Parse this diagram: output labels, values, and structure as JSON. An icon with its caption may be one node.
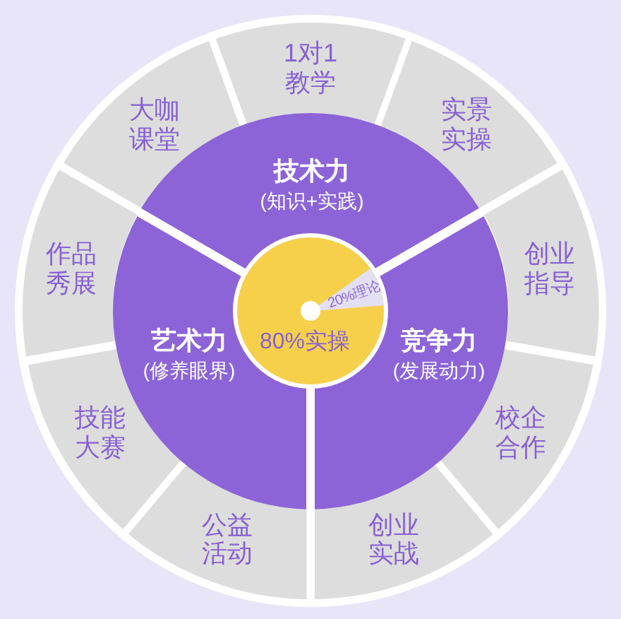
{
  "diagram": {
    "nodes": [
      {
        "text": [
          "1对1教学"
        ]
      },
      {
        "text": [
          "实景实操"
        ]
      },
      {
        "text": [
          "创业指导"
        ]
      },
      {
        "text": [
          "校企合作"
        ]
      },
      {
        "text": [
          "创业实战"
        ]
      },
      {
        "text": [
          "公益活动"
        ]
      },
      {
        "text": [
          "技能大赛"
        ]
      },
      {
        "text": [
          "作品秀展"
        ]
      },
      {
        "text": [
          "大咖课堂"
        ]
      },
      {
        "text": [
          "技术力",
          "(知识+实践)"
        ]
      },
      {
        "text": [
          "艺术力",
          "(修养眼界)"
        ]
      },
      {
        "text": [
          "竞争力",
          "(发展动力)"
        ]
      },
      {
        "text": [
          "80%实操"
        ]
      },
      {
        "text": [
          "20%理论"
        ],
        "in": 12
      }
    ]
  }
}
